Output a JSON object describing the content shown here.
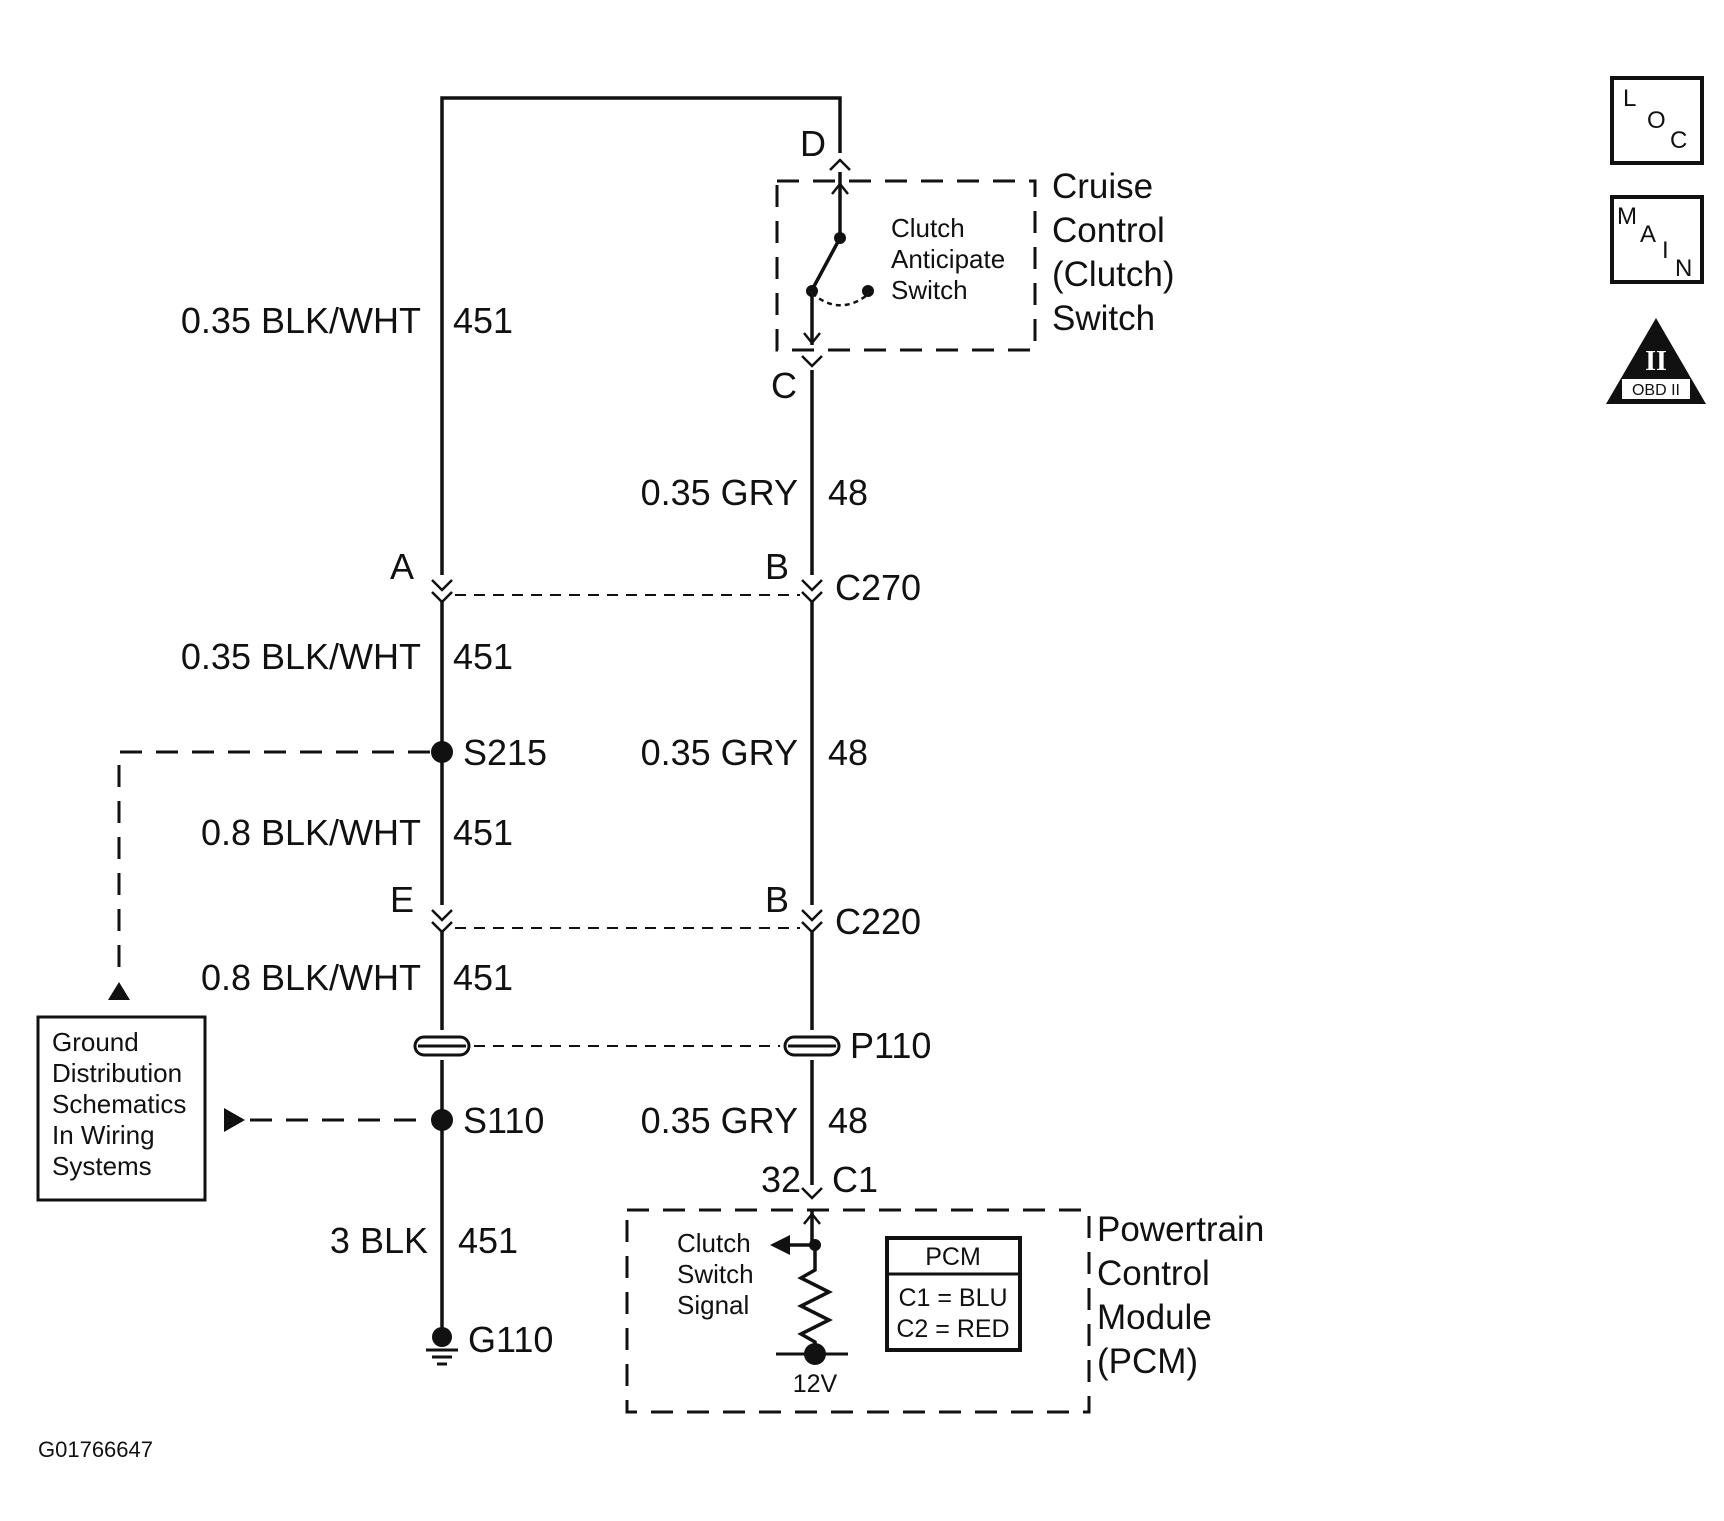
{
  "labels": {
    "wire_451_top": "0.35 BLK/WHT",
    "circuit_451_top": "451",
    "pin_D": "D",
    "pin_C": "C",
    "switch_inner_1": "Clutch",
    "switch_inner_2": "Anticipate",
    "switch_inner_3": "Switch",
    "switch_title_1": "Cruise",
    "switch_title_2": "Control",
    "switch_title_3": "(Clutch)",
    "switch_title_4": "Switch",
    "wire_48_top": "0.35 GRY",
    "circuit_48_top": "48",
    "pin_A": "A",
    "pin_B_c270": "B",
    "conn_c270": "C270",
    "wire_451_mid": "0.35 BLK/WHT",
    "circuit_451_mid": "451",
    "splice_s215": "S215",
    "wire_48_mid": "0.35 GRY",
    "circuit_48_mid": "48",
    "wire_451_08a": "0.8 BLK/WHT",
    "circuit_451_08a": "451",
    "pin_E": "E",
    "pin_B_c220": "B",
    "conn_c220": "C220",
    "wire_451_08b": "0.8 BLK/WHT",
    "circuit_451_08b": "451",
    "passthru_p110": "P110",
    "splice_s110": "S110",
    "wire_48_low": "0.35 GRY",
    "circuit_48_low": "48",
    "pin_32": "32",
    "conn_c1": "C1",
    "wire_3blk": "3 BLK",
    "circuit_451_low": "451",
    "ground_g110": "G110",
    "ref_box_1": "Ground",
    "ref_box_2": "Distribution",
    "ref_box_3": "Schematics",
    "ref_box_4": "In Wiring",
    "ref_box_5": "Systems",
    "pcm_signal_1": "Clutch",
    "pcm_signal_2": "Switch",
    "pcm_signal_3": "Signal",
    "pcm_voltage": "12V",
    "pcm_box_title": "PCM",
    "pcm_box_c1": "C1 = BLU",
    "pcm_box_c2": "C2 = RED",
    "pcm_title_1": "Powertrain",
    "pcm_title_2": "Control",
    "pcm_title_3": "Module",
    "pcm_title_4": "(PCM)",
    "figure_id": "G01766647"
  },
  "icons": {
    "loc_L": "L",
    "loc_O": "O",
    "loc_C": "C",
    "main_M": "M",
    "main_A": "A",
    "main_I": "I",
    "main_N": "N",
    "obd_roman": "II",
    "obd_text": "OBD II"
  }
}
